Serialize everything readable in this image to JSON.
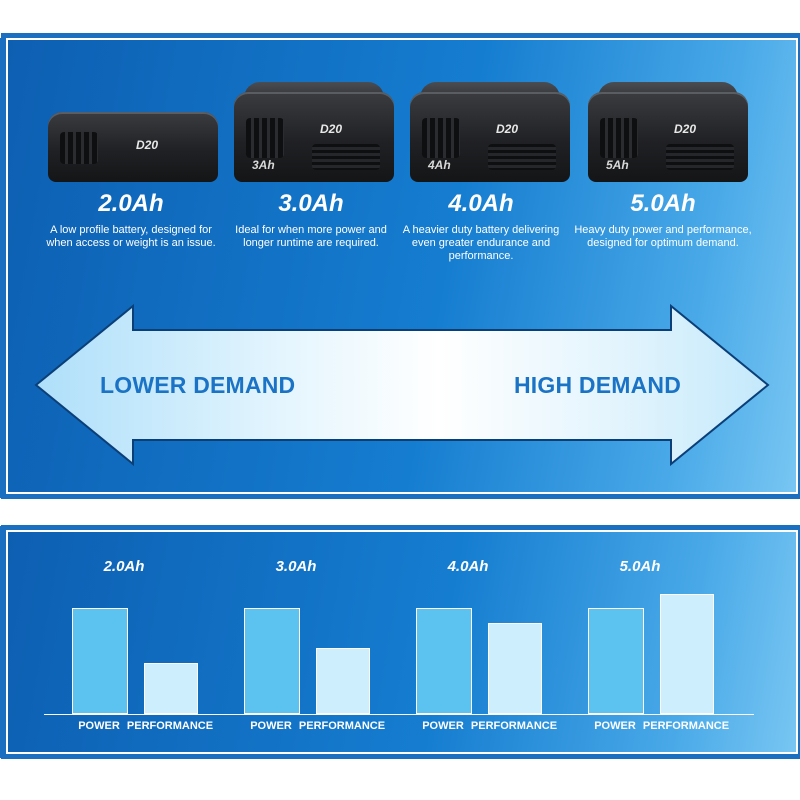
{
  "batteries": [
    {
      "capacity": "2.0Ah",
      "label": "",
      "description": "A low profile battery, designed for when access or weight is an issue."
    },
    {
      "capacity": "3.0Ah",
      "label": "3Ah",
      "description": "Ideal for when more power and longer runtime are required."
    },
    {
      "capacity": "4.0Ah",
      "label": "4Ah",
      "description": "A heavier duty battery delivering even greater endurance and performance."
    },
    {
      "capacity": "5.0Ah",
      "label": "5Ah",
      "description": "Heavy duty power and performance, designed for optimum demand."
    }
  ],
  "badge": "D20",
  "arrow": {
    "left_text": "LOWER DEMAND",
    "right_text": "HIGH DEMAND"
  },
  "chart_data": {
    "type": "bar",
    "categories": [
      "2.0Ah",
      "3.0Ah",
      "4.0Ah",
      "5.0Ah"
    ],
    "series": [
      {
        "name": "POWER",
        "values": [
          100,
          100,
          100,
          100
        ]
      },
      {
        "name": "PERFORMANCE",
        "values": [
          47,
          61,
          85,
          113
        ]
      }
    ],
    "bar_labels": [
      "POWER",
      "PERFORMANCE"
    ],
    "ylim": [
      0,
      120
    ],
    "colors": {
      "POWER": "#5cc2f0",
      "PERFORMANCE": "#cdeefc"
    }
  }
}
